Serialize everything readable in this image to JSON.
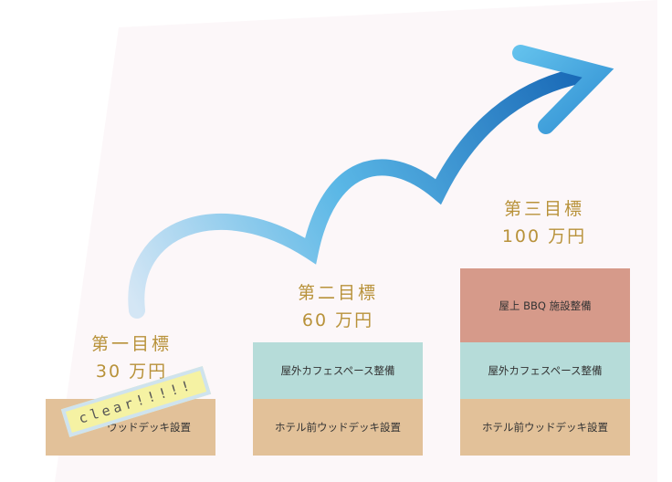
{
  "goals": [
    {
      "title": "第一目標",
      "amount": "30 万円"
    },
    {
      "title": "第二目標",
      "amount": "60 万円"
    },
    {
      "title": "第三目標",
      "amount": "100 万円"
    }
  ],
  "blocks": {
    "col1": {
      "wood": "ウッドデッキ設置"
    },
    "col2": {
      "cafe": "屋外カフェスペース整備",
      "wood": "ホテル前ウッドデッキ設置"
    },
    "col3": {
      "bbq": "屋上 BBQ 施設整備",
      "cafe": "屋外カフェスペース整備",
      "wood": "ホテル前ウッドデッキ設置"
    }
  },
  "sticker": {
    "text": "clear!!!!!"
  },
  "colors": {
    "goal_text": "#b8923a",
    "wood": "#e2c199",
    "cafe": "#b6dcd9",
    "bbq": "#d69a8a",
    "arrow_start": "#c9dff2",
    "arrow_mid": "#3fa6de",
    "arrow_end": "#1566b5",
    "sticker": "#f5f2a3",
    "background_panel": "#fdf8fa"
  }
}
